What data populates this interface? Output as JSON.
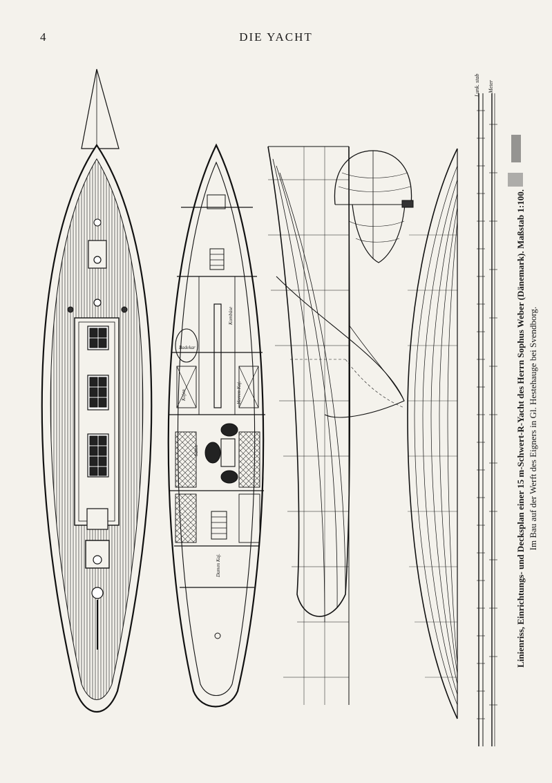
{
  "header": {
    "page_number": "4",
    "running_head": "DIE YACHT"
  },
  "caption": {
    "line1": "Linienriss, Einrichtungs- und Decksplan einer 15 m-Schwert-R-Yacht des Herrn Sophus Weber (Dänemark). Maßstab 1:100.",
    "line2": "Im Bau auf der Werft des Eigners in Gl. Hestehauge bei Svendborg."
  },
  "scale_bar": {
    "top_label_a": "Lunk. stab",
    "top_label_b": "Meter"
  },
  "interior_labels": {
    "bad": "Badekar",
    "saloon": "Salon",
    "herren": "Herren Kaj.",
    "damen": "Damen Kaj.",
    "kueche": "Kombüse",
    "kojen": "Kojen"
  }
}
